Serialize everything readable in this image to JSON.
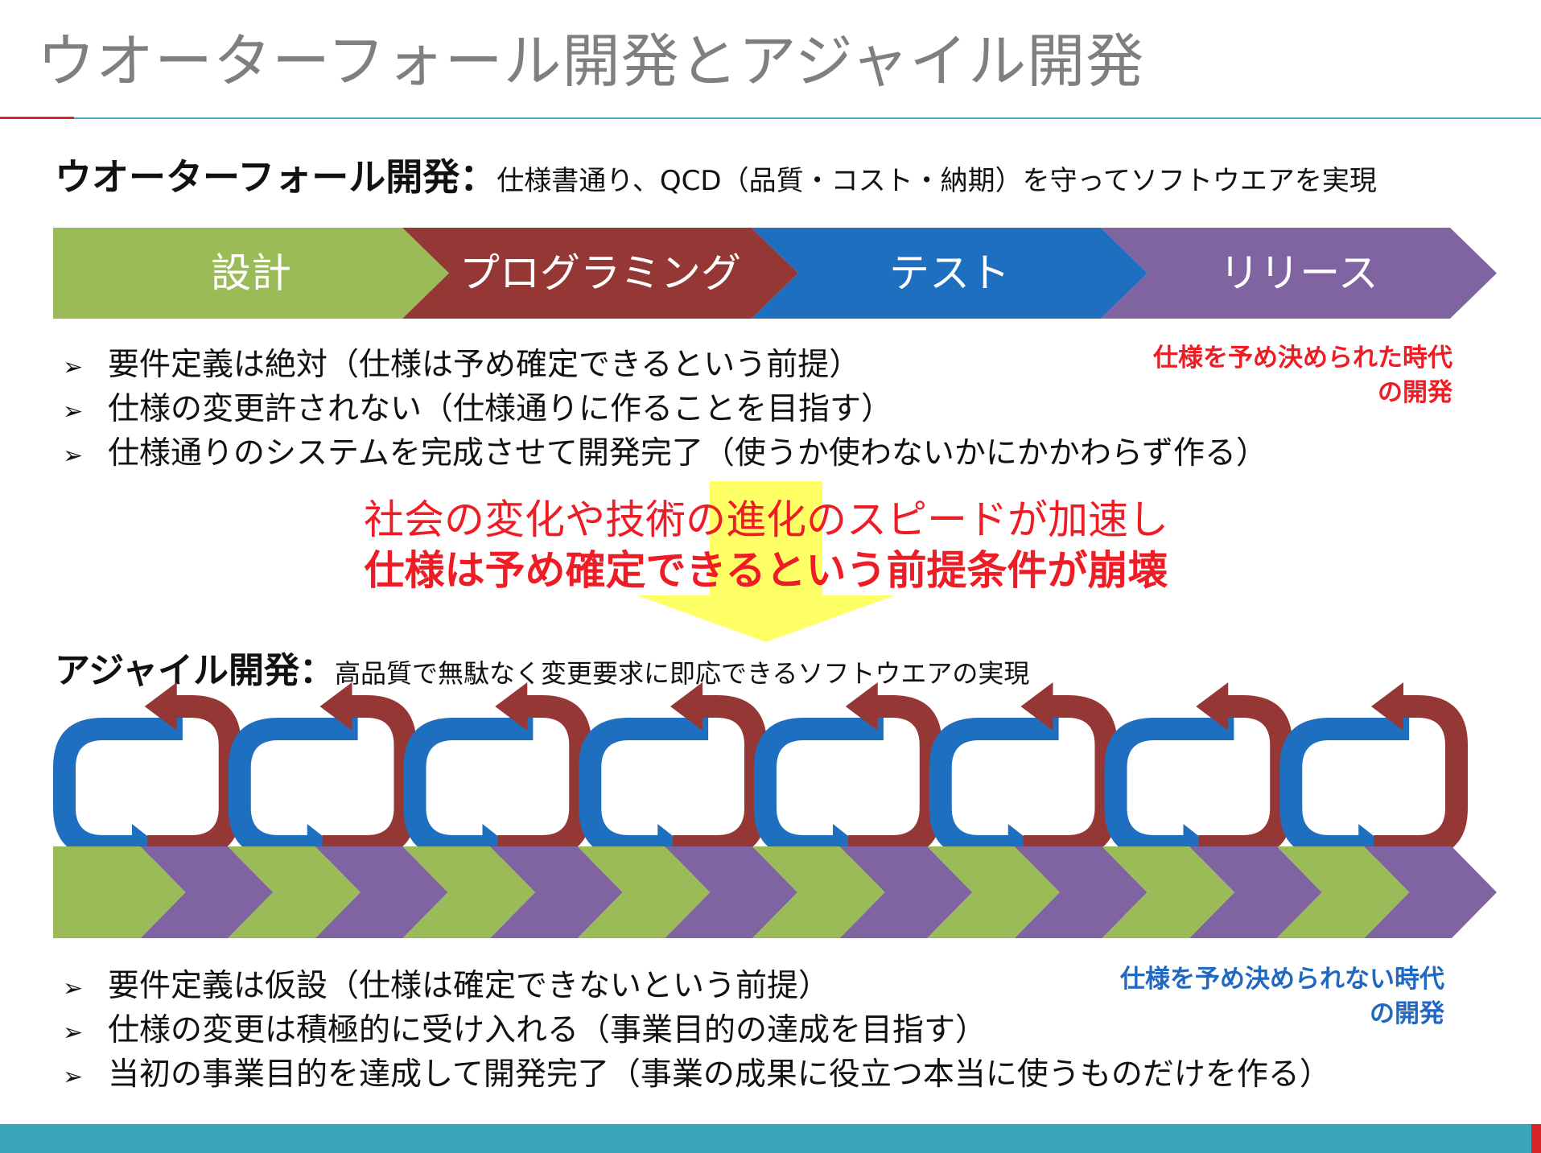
{
  "slide": {
    "title": "ウオーターフォール開発とアジャイル開発"
  },
  "waterfall": {
    "heading": "ウオーターフォール開発：",
    "description": "仕様書通り、QCD（品質・コスト・納期）を守ってソフトウエアを実現",
    "phases": [
      {
        "label": "設計",
        "color": "#9bbb59"
      },
      {
        "label": "プログラミング",
        "color": "#953735"
      },
      {
        "label": "テスト",
        "color": "#1f6fc0"
      },
      {
        "label": "リリース",
        "color": "#8064a2"
      }
    ],
    "bullets": [
      "要件定義は絶対（仕様は予め確定できるという前提）",
      "仕様の変更許されない（仕様通りに作ることを目指す）",
      "仕様通りのシステムを完成させて開発完了（使うか使わないかにかかわらず作る）"
    ],
    "era_note": [
      "仕様を予め決められた時代",
      "の開発"
    ]
  },
  "transition": {
    "line1": "社会の変化や技術の進化のスピードが加速し",
    "line2": "仕様は予め確定できるという前提条件が崩壊",
    "arrow_color": "#ffff66"
  },
  "agile": {
    "heading": "アジャイル開発：",
    "description": "高品質で無駄なく変更要求に即応できるソフトウエアの実現",
    "cycle_count": 8,
    "cycle_colors": {
      "left": "#1f6fc0",
      "right": "#953735"
    },
    "chevron_colors": [
      "#9bbb59",
      "#8064a2"
    ],
    "chevron_count": 16,
    "bullets": [
      "要件定義は仮設（仕様は確定できないという前提）",
      "仕様の変更は積極的に受け入れる（事業目的の達成を目指す）",
      "当初の事業目的を達成して開発完了（事業の成果に役立つ本当に使うものだけを作る）"
    ],
    "era_note": [
      "仕様を予め決められない時代",
      "の開発"
    ]
  },
  "bullet_marker": "➢",
  "colors": {
    "title": "#7f7f7f",
    "accent_red": "#ee1c24",
    "accent_blue": "#2169c0",
    "footer": "#3aa6b9"
  }
}
